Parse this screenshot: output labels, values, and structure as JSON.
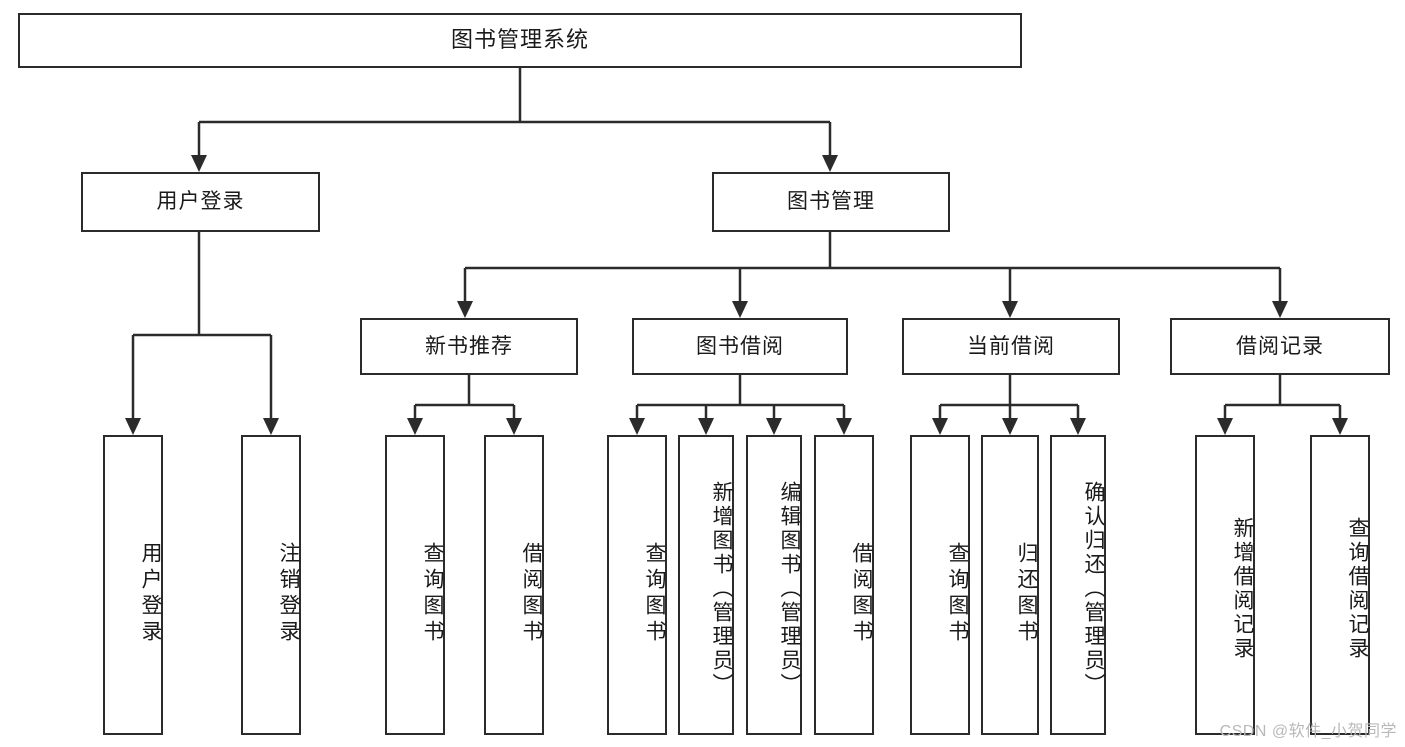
{
  "diagram": {
    "title": "图书管理系统",
    "watermark": "CSDN @软件_小贺同学",
    "colors": {
      "stroke": "#2b2b2b",
      "fill": "#ffffff",
      "text": "#1a1a1a",
      "watermark": "#b9b9b9"
    },
    "nodes": {
      "root": {
        "label": "图书管理系统"
      },
      "level2": [
        {
          "id": "user-login",
          "label": "用户登录"
        },
        {
          "id": "book-manage",
          "label": "图书管理"
        }
      ],
      "level3": [
        {
          "id": "new-book-rec",
          "label": "新书推荐"
        },
        {
          "id": "book-borrow",
          "label": "图书借阅"
        },
        {
          "id": "current-borrow",
          "label": "当前借阅"
        },
        {
          "id": "borrow-record",
          "label": "借阅记录"
        }
      ],
      "leaves": [
        {
          "id": "leaf-user-login",
          "label": "用户登录",
          "parent": "user-login"
        },
        {
          "id": "leaf-logout",
          "label": "注销登录",
          "parent": "user-login"
        },
        {
          "id": "leaf-query-book-1",
          "label": "查询图书",
          "parent": "new-book-rec"
        },
        {
          "id": "leaf-borrow-book-1",
          "label": "借阅图书",
          "parent": "new-book-rec"
        },
        {
          "id": "leaf-query-book-2",
          "label": "查询图书",
          "parent": "book-borrow"
        },
        {
          "id": "leaf-add-book",
          "label": "新增图书（管理员）",
          "parent": "book-borrow"
        },
        {
          "id": "leaf-edit-book",
          "label": "编辑图书（管理员）",
          "parent": "book-borrow"
        },
        {
          "id": "leaf-borrow-book-2",
          "label": "借阅图书",
          "parent": "book-borrow"
        },
        {
          "id": "leaf-query-book-3",
          "label": "查询图书",
          "parent": "current-borrow"
        },
        {
          "id": "leaf-return-book",
          "label": "归还图书",
          "parent": "current-borrow"
        },
        {
          "id": "leaf-confirm-return",
          "label": "确认归还（管理员）",
          "parent": "current-borrow"
        },
        {
          "id": "leaf-add-record",
          "label": "新增借阅记录",
          "parent": "borrow-record"
        },
        {
          "id": "leaf-query-record",
          "label": "查询借阅记录",
          "parent": "borrow-record"
        }
      ]
    }
  }
}
